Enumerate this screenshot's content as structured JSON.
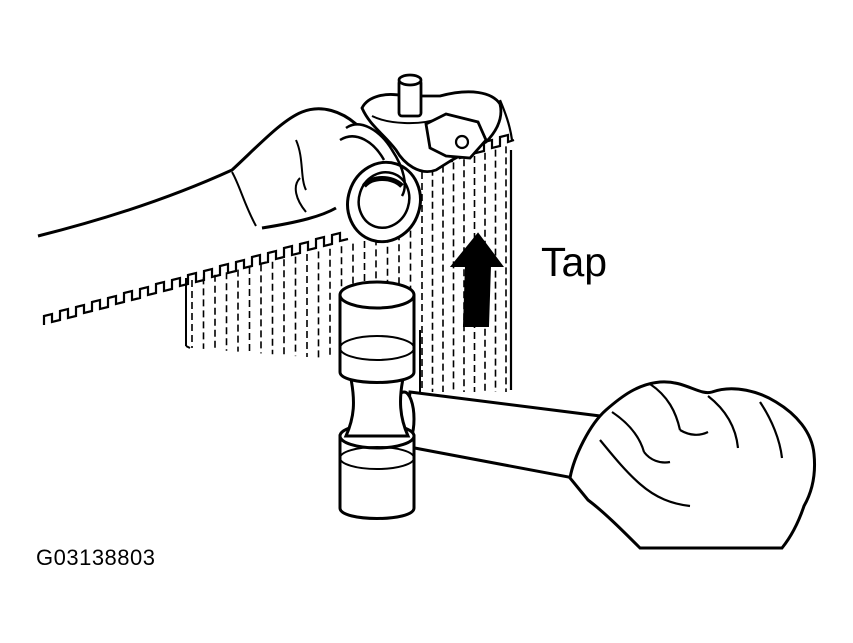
{
  "diagram": {
    "callout_text": "Tap",
    "figure_id": "G03138803",
    "colors": {
      "ink": "#000000",
      "paper": "#ffffff"
    },
    "icons": [
      "radiator",
      "radiator-hose",
      "plastic-hammer",
      "hand",
      "direction-arrow-up"
    ]
  }
}
